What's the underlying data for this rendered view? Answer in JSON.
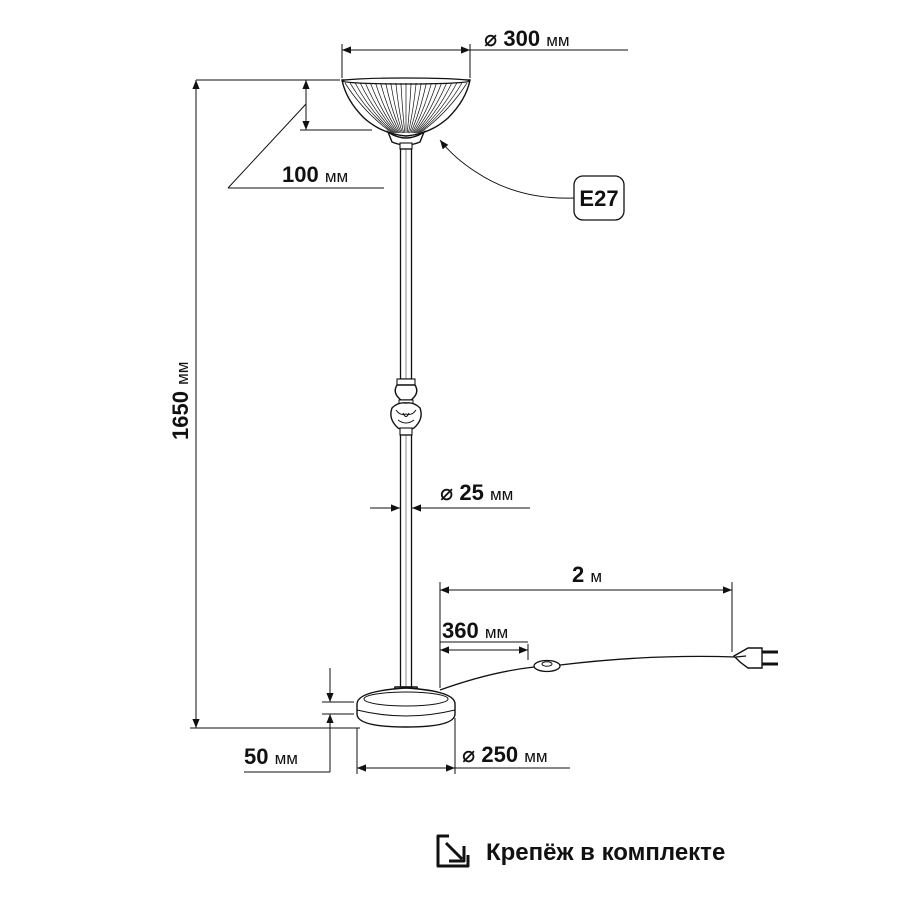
{
  "dimensions": {
    "shade_diameter": {
      "value": "300",
      "unit": "мм"
    },
    "shade_height": {
      "value": "100",
      "unit": "мм"
    },
    "socket": "E27",
    "total_height": {
      "value": "1650",
      "unit": "мм"
    },
    "rod_diameter": {
      "value": "25",
      "unit": "мм"
    },
    "cord_length": {
      "value": "2",
      "unit": "м"
    },
    "switch_distance": {
      "value": "360",
      "unit": "мм"
    },
    "base_height": {
      "value": "50",
      "unit": "мм"
    },
    "base_diameter": {
      "value": "250",
      "unit": "мм"
    },
    "diameter_symbol": "⌀"
  },
  "footer": {
    "note": "Крепёж в комплекте",
    "icon": "fastener-box-arrow-icon"
  }
}
